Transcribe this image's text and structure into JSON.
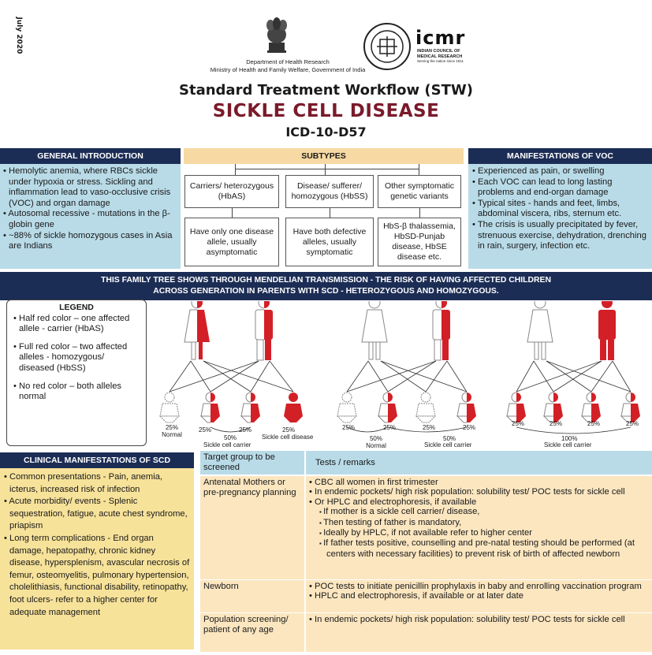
{
  "header": {
    "date": "July 2020",
    "dept_line1": "Department of Health Research",
    "dept_line2": "Ministry of Health and Family Welfare, Government of India",
    "icmr_logo": "icmr",
    "icmr_sub1": "INDIAN COUNCIL OF",
    "icmr_sub2": "MEDICAL RESEARCH",
    "icmr_tagline": "Serving the nation since 1911",
    "title": "Standard Treatment Workflow (STW)",
    "disease": "SICKLE CELL DISEASE",
    "icd": "ICD-10-D57"
  },
  "general_intro": {
    "heading": "GENERAL INTRODUCTION",
    "items": [
      "Hemolytic anemia, where RBCs sickle under hypoxia or stress. Sickling and inflammation lead to vaso-occlusive crisis (VOC) and organ damage",
      "Autosomal recessive - mutations in the β-globin gene",
      "~88% of sickle homozygous cases in Asia are Indians"
    ]
  },
  "subtypes": {
    "heading": "SUBTYPES",
    "types": [
      {
        "name": "Carriers/ heterozygous (HbAS)",
        "desc": "Have only one disease allele, usually asymptomatic"
      },
      {
        "name": "Disease/ sufferer/ homozygous (HbSS)",
        "desc": "Have both defective alleles, usually symptomatic"
      },
      {
        "name": "Other symptomatic genetic variants",
        "desc": "HbS-β thalassemia, HbSD-Punjab disease, HbSE disease etc."
      }
    ]
  },
  "voc": {
    "heading": "MANIFESTATIONS OF VOC",
    "items": [
      "Experienced as pain, or swelling",
      "Each VOC can lead to long lasting problems and end-organ damage",
      "Typical sites - hands and feet, limbs, abdominal viscera, ribs, sternum etc.",
      "The crisis is usually precipitated by fever, strenuous exercise, dehydration, drenching in rain, surgery, infection etc."
    ]
  },
  "banner": {
    "line1": "THIS FAMILY TREE SHOWS THROUGH MENDELIAN TRANSMISSION - THE RISK OF HAVING AFFECTED CHILDREN",
    "line2": "ACROSS GENERATION IN PARENTS WITH SCD - HETEROZYGOUS AND HOMOZYGOUS."
  },
  "legend": {
    "heading": "LEGEND",
    "items": [
      "Half red color – one affected allele - carrier (HbAS)",
      "Full red color – two affected alleles - homozygous/ diseased (HbSS)",
      "No red color – both alleles normal"
    ]
  },
  "family_trees": [
    {
      "children": [
        "25%",
        "25%",
        "25%",
        "25%"
      ],
      "labels": [
        "Normal",
        "50%",
        "Sickle cell carrier",
        "Sickle cell disease"
      ]
    },
    {
      "children": [
        "25%",
        "25%",
        "25%",
        "25%"
      ],
      "labels": [
        "50%",
        "Normal",
        "50%",
        "Sickle cell carrier"
      ]
    },
    {
      "children": [
        "25%",
        "25%",
        "25%",
        "25%"
      ],
      "labels": [
        "100%",
        "Sickle cell carrier"
      ]
    }
  ],
  "clinical": {
    "heading": "CLINICAL MANIFESTATIONS OF SCD",
    "items": [
      "Common presentations - Pain, anemia, icterus, increased risk of infection",
      "Acute morbidity/ events - Splenic sequestration, fatigue, acute chest syndrome, priapism",
      "Long term complications - End organ damage, hepatopathy, chronic kidney disease, hypersplenism, avascular necrosis of femur, osteomyelitis, pulmonary hypertension, cholelithiasis, functional disability, retinopathy, foot ulcers- refer to a higher center for adequate management"
    ]
  },
  "tests_table": {
    "col1": "Target group to be screened",
    "col2": "Tests / remarks",
    "rows": [
      {
        "group": "Antenatal Mothers or pre-pregnancy planning",
        "items": [
          "CBC all women in first trimester",
          "In endemic pockets/ high risk population: solubility test/ POC tests for sickle cell",
          "Or HPLC and electrophoresis, if available"
        ],
        "subitems": [
          "If mother is a  sickle cell carrier/ disease,",
          "Then testing of father is mandatory,",
          "Ideally by HPLC, if not available refer to higher center",
          "If father tests positive, counselling and pre-natal testing should be performed (at centers with necessary facilities) to prevent risk of birth of affected newborn"
        ]
      },
      {
        "group": "Newborn",
        "items": [
          "POC tests to initiate penicillin prophylaxis in baby and enrolling vaccination program",
          "HPLC and electrophoresis, if available or at later date"
        ]
      },
      {
        "group": "Population screening/ patient of any age",
        "items": [
          "In endemic pockets/ high risk population: solubility test/ POC tests for sickle cell"
        ]
      }
    ]
  },
  "colors": {
    "navy": "#1c2d55",
    "maroon": "#7a1a2a",
    "blue_panel": "#b9dbe8",
    "yellow_panel": "#f7e29a",
    "peach": "#f6d9a3",
    "red": "#d32027"
  }
}
